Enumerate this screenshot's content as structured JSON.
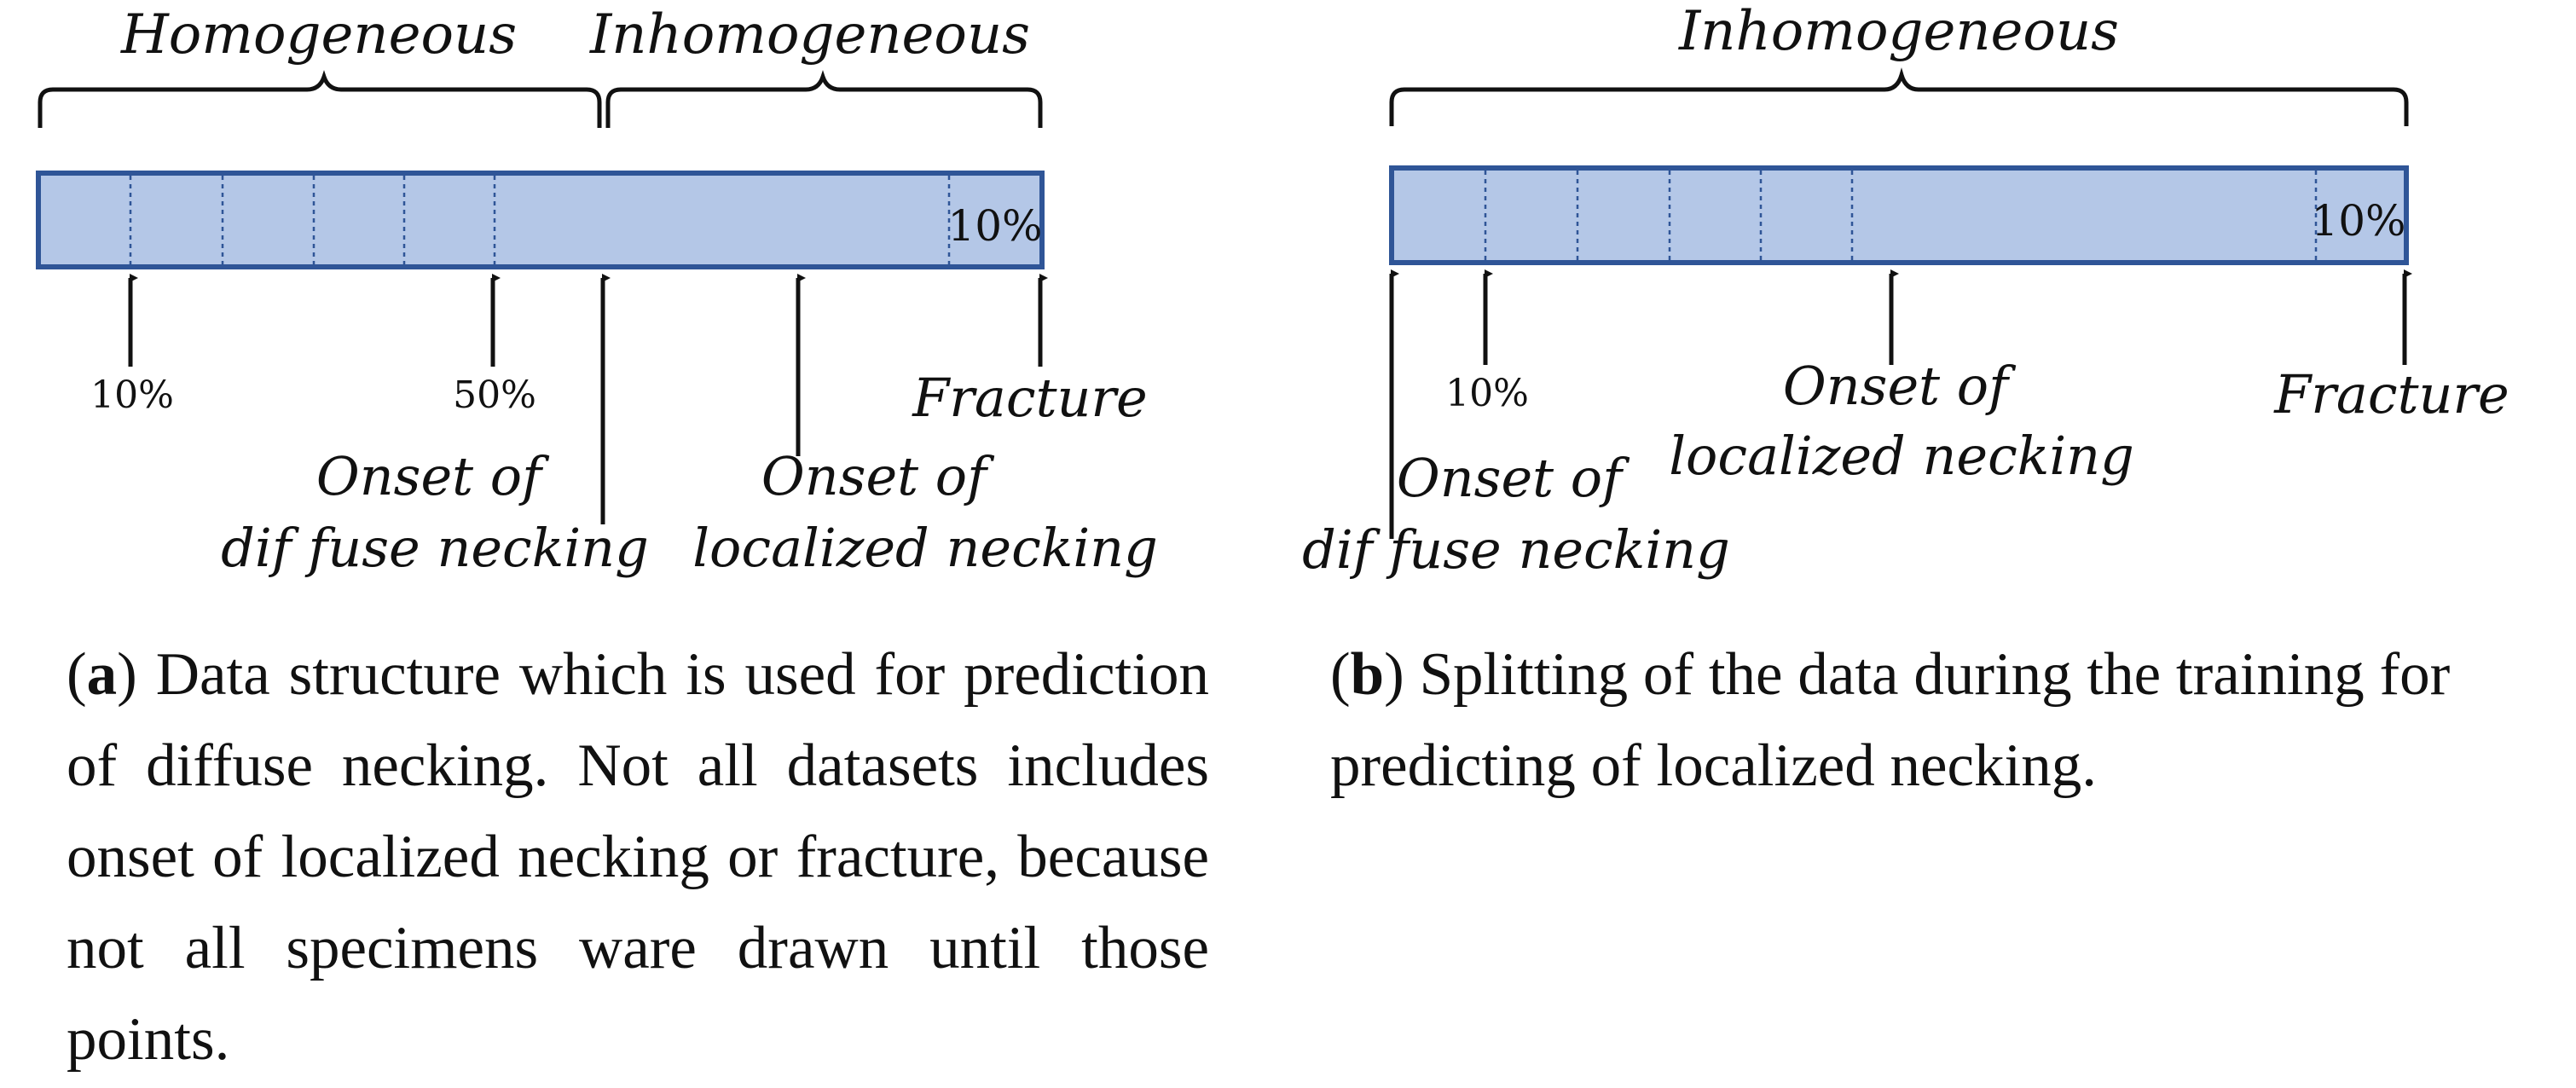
{
  "panel_a": {
    "homogeneous_label": "Homogeneous",
    "inhomogeneous_label": "Inhomogeneous",
    "bar_percent_label": "10%",
    "arrow_10_label": "10%",
    "arrow_50_label": "50%",
    "fracture_label": "Fracture",
    "diffuse_line1": "Onset of",
    "diffuse_line2": "dif fuse necking",
    "localized_line1": "Onset of",
    "localized_line2": "localized necking",
    "caption_letter": "a",
    "caption_text": "Data structure which is used for prediction of diffuse necking. Not all datasets includes onset of localized necking or fracture, because not all specimens ware drawn until those points."
  },
  "panel_b": {
    "inhomogeneous_label": "Inhomogeneous",
    "bar_percent_label": "10%",
    "arrow_10_label": "10%",
    "fracture_label": "Fracture",
    "localized_line1": "Onset of",
    "localized_line2": "localized necking",
    "diffuse_line1": "Onset of",
    "diffuse_line2": "dif fuse necking",
    "caption_letter": "b",
    "caption_text": "Splitting of the data during the training for predicting of localized necking."
  },
  "colors": {
    "bar_fill": "#b4c7e7",
    "bar_stroke": "#2f5597",
    "ink": "#111111"
  }
}
